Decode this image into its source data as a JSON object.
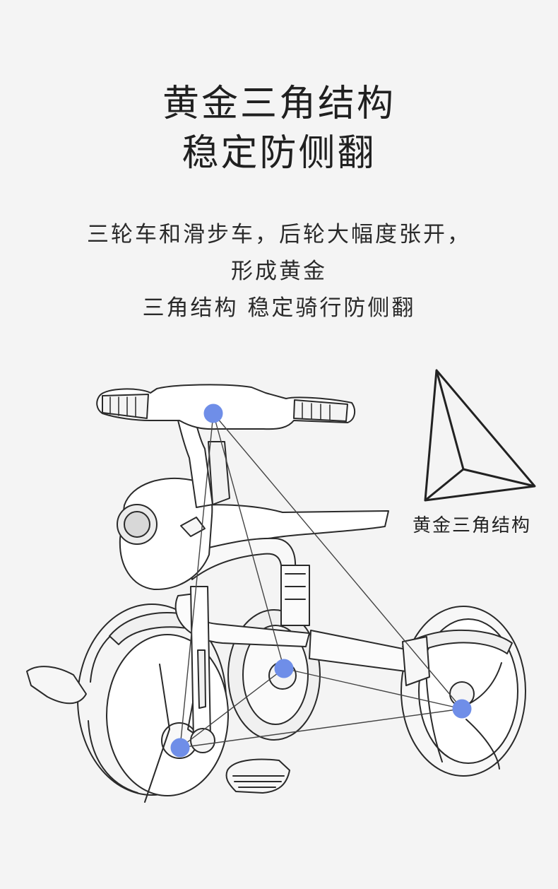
{
  "headline": {
    "line1": "黄金三角结构",
    "line2": "稳定防侧翻"
  },
  "description": {
    "line1": "三轮车和滑步车，后轮大幅度张开，",
    "line2": "形成黄金",
    "line3": "三角结构 稳定骑行防侧翻"
  },
  "triangle_diagram": {
    "label": "黄金三角结构"
  },
  "colors": {
    "background": "#f4f4f4",
    "point": "#6f8ee8",
    "line": "#333333"
  }
}
